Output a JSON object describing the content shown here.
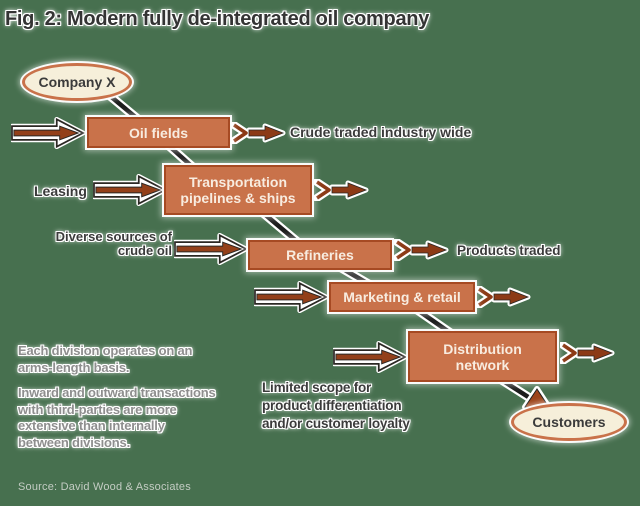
{
  "figure": {
    "title": "Fig. 2: Modern fully de-integrated oil company",
    "source": "Source: David Wood & Associates"
  },
  "ovals": {
    "company": "Company X",
    "customers": "Customers"
  },
  "chain": [
    {
      "label": "Oil fields"
    },
    {
      "label": "Transportation pipelines & ships"
    },
    {
      "label": "Refineries"
    },
    {
      "label": "Marketing & retail"
    },
    {
      "label": "Distribution network"
    }
  ],
  "annotations": {
    "crude_traded": "Crude traded industry wide",
    "leasing": "Leasing",
    "diverse_sources_lines": [
      "Diverse sources of",
      "crude oil"
    ],
    "products_traded": "Products traded",
    "limited_scope_lines": [
      "Limited scope for",
      "product differentiation",
      "and/or customer loyalty"
    ],
    "division_note_1_lines": [
      "Each division operates on an",
      "arms-length basis."
    ],
    "division_note_2_lines": [
      "Inward and outward transactions",
      "with third-parties are more",
      "extensive than internally",
      "between divisions."
    ]
  },
  "icons": {
    "inflow": "inflow-arrow-icon",
    "outflow": "outflow-arrow-icon",
    "chain_line": "ownership-chain-line-icon"
  },
  "colors": {
    "background": "#47704F",
    "box_fill": "#C9724A",
    "box_border": "#A64A23",
    "box_text": "#F8ECE0",
    "oval_fill": "#F6EFDA",
    "arrow_dark_red": "#8C3A16",
    "chain_line_black": "#1C1C1C",
    "dark_text": "#3B3B3B",
    "gray_text": "#8E8E8E",
    "source_text": "#C3CCC3"
  }
}
